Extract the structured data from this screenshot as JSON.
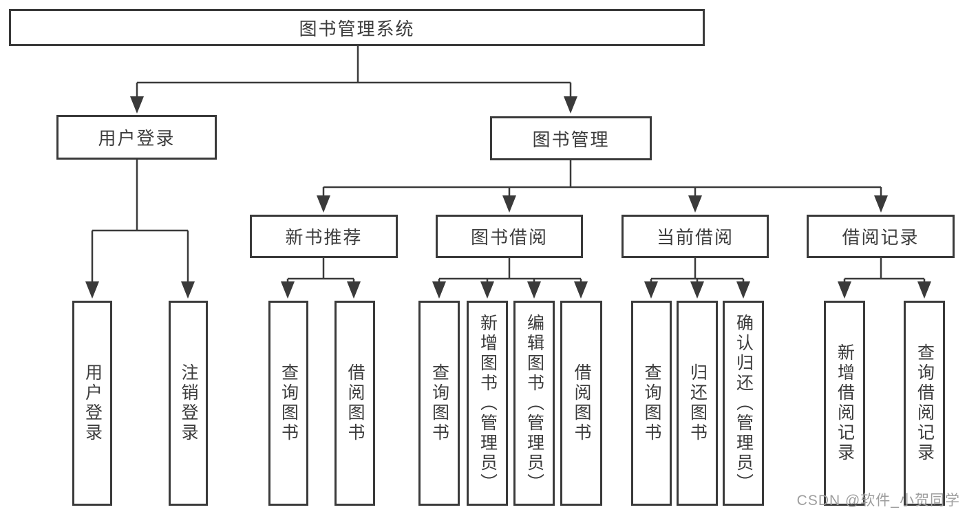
{
  "diagram": {
    "type": "hierarchy-tree",
    "root": {
      "label": "图书管理系统"
    },
    "level2": [
      {
        "label": "用户登录",
        "parent": "图书管理系统"
      },
      {
        "label": "图书管理",
        "parent": "图书管理系统"
      }
    ],
    "level3": [
      {
        "label": "新书推荐",
        "parent": "图书管理"
      },
      {
        "label": "图书借阅",
        "parent": "图书管理"
      },
      {
        "label": "当前借阅",
        "parent": "图书管理"
      },
      {
        "label": "借阅记录",
        "parent": "图书管理"
      }
    ],
    "leaves": [
      {
        "label": "用户登录",
        "parent": "用户登录"
      },
      {
        "label": "注销登录",
        "parent": "用户登录"
      },
      {
        "label": "查询图书",
        "parent": "新书推荐"
      },
      {
        "label": "借阅图书",
        "parent": "新书推荐"
      },
      {
        "label": "查询图书",
        "parent": "图书借阅"
      },
      {
        "label": "新增图书（管理员）",
        "parent": "图书借阅"
      },
      {
        "label": "编辑图书（管理员）",
        "parent": "图书借阅"
      },
      {
        "label": "借阅图书",
        "parent": "图书借阅"
      },
      {
        "label": "查询图书",
        "parent": "当前借阅"
      },
      {
        "label": "归还图书",
        "parent": "当前借阅"
      },
      {
        "label": "确认归还（管理员）",
        "parent": "当前借阅"
      },
      {
        "label": "新增借阅记录",
        "parent": "借阅记录"
      },
      {
        "label": "查询借阅记录",
        "parent": "借阅记录"
      }
    ],
    "watermark": "CSDN @软件_小贺同学",
    "colors": {
      "line": "#3a3a3a",
      "text": "#3c3c3c",
      "background": "#ffffff",
      "watermark": "#9e9e9e"
    }
  }
}
